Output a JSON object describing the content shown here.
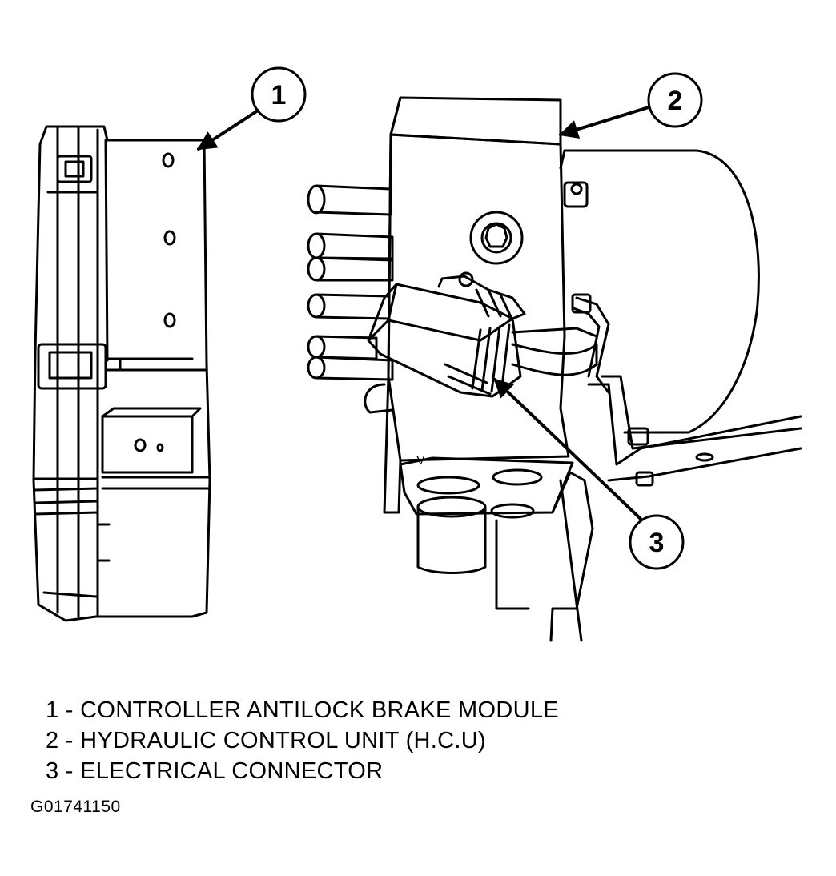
{
  "callouts": [
    {
      "number": "1"
    },
    {
      "number": "2"
    },
    {
      "number": "3"
    }
  ],
  "valve_mark": "V",
  "legend": [
    {
      "text": "1 - CONTROLLER ANTILOCK BRAKE MODULE"
    },
    {
      "text": "2 - HYDRAULIC CONTROL UNIT (H.C.U)"
    },
    {
      "text": "3 - ELECTRICAL CONNECTOR"
    }
  ],
  "figure_id": "G01741150"
}
